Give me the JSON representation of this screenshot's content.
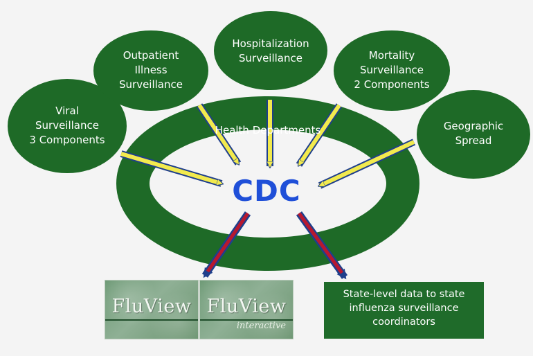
{
  "colors": {
    "bubble_green": "#1e6a27",
    "yellow_arrow": "#f2ea4e",
    "arrow_border": "#1f3f8c",
    "red_arrow": "#b8182f",
    "cdc_blue": "#1f4fd8"
  },
  "bubbles": {
    "viral": [
      "Viral",
      "Surveillance",
      "3 Components"
    ],
    "outpatient": [
      "Outpatient",
      "Illness",
      "Surveillance"
    ],
    "hospitalization": [
      "Hospitalization",
      "Surveillance"
    ],
    "mortality": [
      "Mortality",
      "Surveillance",
      "2 Components"
    ],
    "geographic": [
      "Geographic",
      "Spread"
    ]
  },
  "ring_label": "Health Departments",
  "center_label": "CDC",
  "outputs": {
    "fluview": {
      "word": "FluView"
    },
    "fluview_interactive": {
      "word": "FluView",
      "subtitle": "interactive"
    },
    "state_data": [
      "State-level data to state",
      "influenza surveillance",
      "coordinators"
    ]
  }
}
